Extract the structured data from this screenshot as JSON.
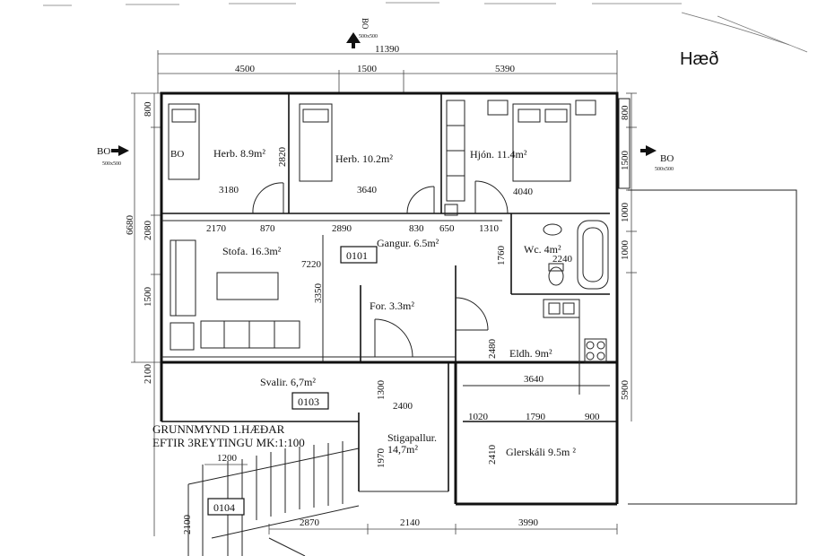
{
  "header": {
    "title": "Hæð"
  },
  "orientation": {
    "top": {
      "code": "BO",
      "scale": "500x500"
    },
    "left": {
      "code": "BO",
      "scale": "500x500"
    },
    "right": {
      "code": "BO",
      "scale": "500x500"
    }
  },
  "dimensions": {
    "overall_width": "11390",
    "top_segments": [
      "4500",
      "1500",
      "5390"
    ],
    "left_outer": "6680",
    "left_segments": [
      "800",
      "2080",
      "1500",
      "2100",
      "2100"
    ],
    "right_segments": [
      "800",
      "1500",
      "1000",
      "1000",
      "5900"
    ],
    "bottom_segments": [
      "2870",
      "2140",
      "3990"
    ],
    "stair_width": "1200",
    "inner": [
      "3180",
      "3640",
      "4040",
      "2170",
      "870",
      "2890",
      "830",
      "650",
      "1310",
      "2820",
      "7220",
      "3350",
      "1760",
      "2240",
      "2480",
      "3640",
      "1300",
      "2400",
      "1020",
      "1790",
      "900",
      "1970",
      "2410"
    ]
  },
  "rooms": [
    {
      "label": "Herb. 8.9m²"
    },
    {
      "label": "Herb. 10.2m²"
    },
    {
      "label": "Hjón. 11.4m²"
    },
    {
      "label": "Stofa. 16.3m²"
    },
    {
      "label": "Gangur. 6.5m²"
    },
    {
      "label": "Wc. 4m²"
    },
    {
      "label": "For. 3.3m²"
    },
    {
      "label": "Eldh. 9m²"
    },
    {
      "label": "Svalir. 6,7m²"
    },
    {
      "label": "Glerskáli 9.5m ²"
    }
  ],
  "stair": {
    "label_1": "Stigapallur.",
    "label_2": "14,7m²"
  },
  "room_codes": [
    "0101",
    "0103",
    "0104"
  ],
  "corner_label": "BO",
  "caption": {
    "line1": "GRUNNMYND 1.HÆÐAR",
    "line2": "EFTIR 3REYTINGU MK:1:100"
  }
}
